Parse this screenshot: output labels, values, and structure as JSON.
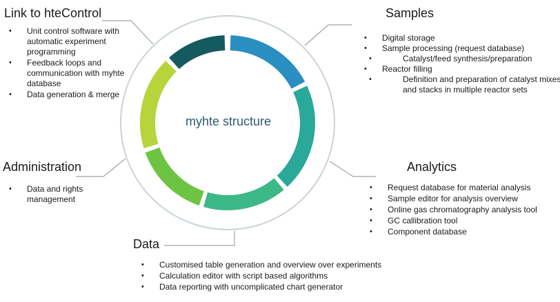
{
  "center": {
    "title": "myhte structure"
  },
  "ring_colors": [
    "#2a8fc0",
    "#2aa89a",
    "#3db887",
    "#6dc443",
    "#b7d43d",
    "#1f6e6a",
    "#155a5e"
  ],
  "sections": {
    "link": {
      "title": "Link to hteControl",
      "items": [
        "Unit control software with automatic experiment programming",
        "Feedback loops and communication with myhte database",
        "Data generation & merge"
      ]
    },
    "samples": {
      "title": "Samples",
      "items": [
        "Digital storage",
        "Sample processing (request database)",
        "Catalyst/feed synthesis/preparation",
        "Reactor filling",
        "Definition and preparation of catalyst mixes and stacks in multiple reactor sets"
      ]
    },
    "admin": {
      "title": "Administration",
      "items": [
        "Data and rights management"
      ]
    },
    "analytics": {
      "title": "Analytics",
      "items": [
        "Request database for material analysis",
        "Sample editor for analysis overview",
        "Online gas chromatography analysis tool",
        "GC callibration tool",
        "Component database"
      ]
    },
    "data": {
      "title": "Data",
      "items": [
        "Customised table generation and overview over experiments",
        "Calculation editor with script based algorithms",
        "Data reporting with uncomplicated chart generator"
      ]
    }
  }
}
